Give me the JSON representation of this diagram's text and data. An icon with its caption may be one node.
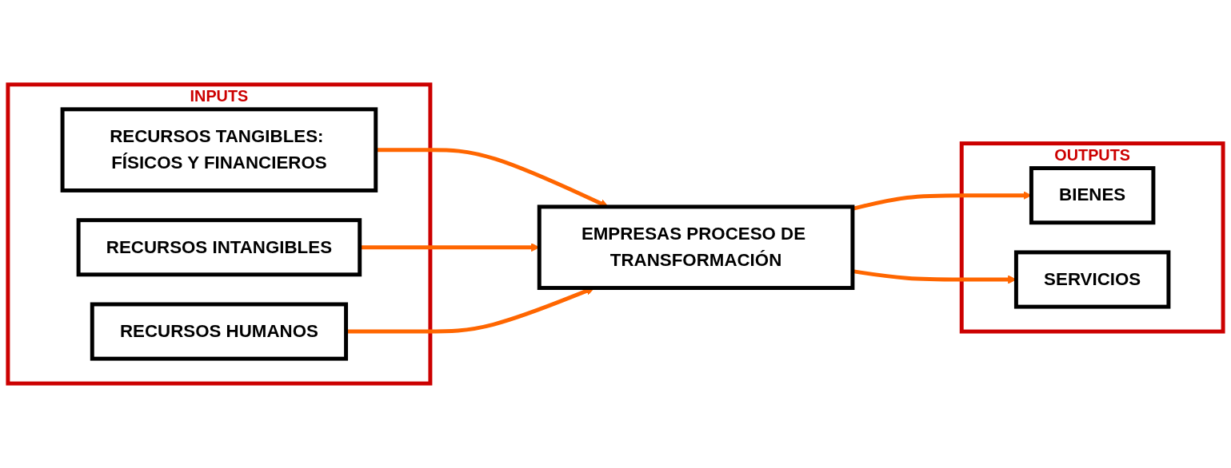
{
  "diagram": {
    "nodes": [
      {
        "text": [
          "INPUTS"
        ]
      },
      {
        "text": [
          "RECURSOS TANGIBLES: FÍSICOS Y FINANCIEROS"
        ],
        "in": 0
      },
      {
        "text": [
          "RECURSOS INTANGIBLES"
        ],
        "in": 0
      },
      {
        "text": [
          "RECURSOS HUMANOS"
        ],
        "in": 0
      },
      {
        "text": [
          "EMPRESAS PROCESO DE TRANSFORMACIÓN"
        ]
      },
      {
        "text": [
          "OUTPUTS"
        ]
      },
      {
        "text": [
          "BIENES"
        ],
        "in": 5
      },
      {
        "text": [
          "SERVICIOS"
        ],
        "in": 5
      }
    ],
    "edges": [
      {
        "from": 1,
        "to": 4,
        "arrow": "to",
        "color": "#ff6600"
      },
      {
        "from": 2,
        "to": 4,
        "arrow": "to",
        "color": "#ff6600"
      },
      {
        "from": 3,
        "to": 4,
        "arrow": "to",
        "color": "#ff6600"
      },
      {
        "from": 4,
        "to": 6,
        "arrow": "to",
        "color": "#ff6600"
      },
      {
        "from": 4,
        "to": 7,
        "arrow": "to",
        "color": "#ff6600"
      }
    ]
  }
}
